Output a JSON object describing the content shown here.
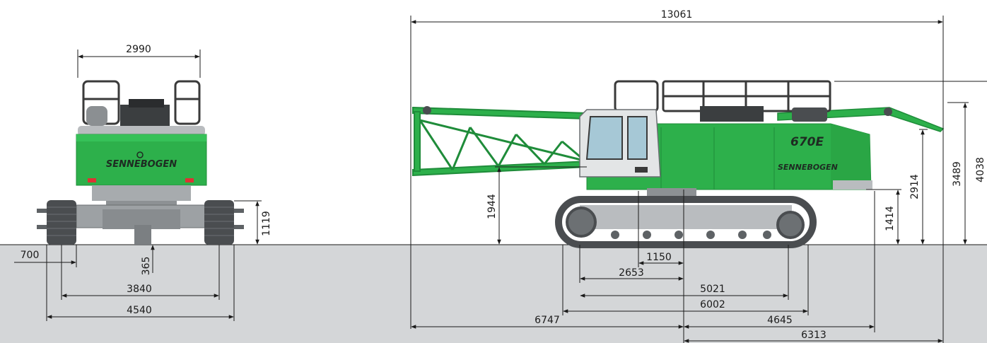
{
  "dimensions": {
    "front_view": {
      "superstructure_width": "2990",
      "track_width": "700",
      "ground_clearance": "365",
      "track_height": "1119",
      "track_gauge": "3840",
      "overall_width": "4540"
    },
    "side_view": {
      "overall_length": "13061",
      "boom_pivot_height": "1944",
      "counterweight_clearance": "1414",
      "boom_rest_height": "2914",
      "cab_height": "3489",
      "overall_height": "4038",
      "tail_radius_a": "1150",
      "rotation_center_to_sprocket": "2653",
      "rotation_center_to_idler": "5021",
      "track_length": "6002",
      "front_overhang": "6747",
      "rear_length": "4645",
      "rear_overhang": "6313"
    }
  },
  "branding": {
    "brand_name": "SENNEBOGEN",
    "model": "670E"
  },
  "colors": {
    "body_green": "#2db04b",
    "dark_green": "#1f8c3a",
    "ground_gray": "#d4d6d8",
    "track_gray": "#4a4d50",
    "line": "#1a1a1a"
  }
}
